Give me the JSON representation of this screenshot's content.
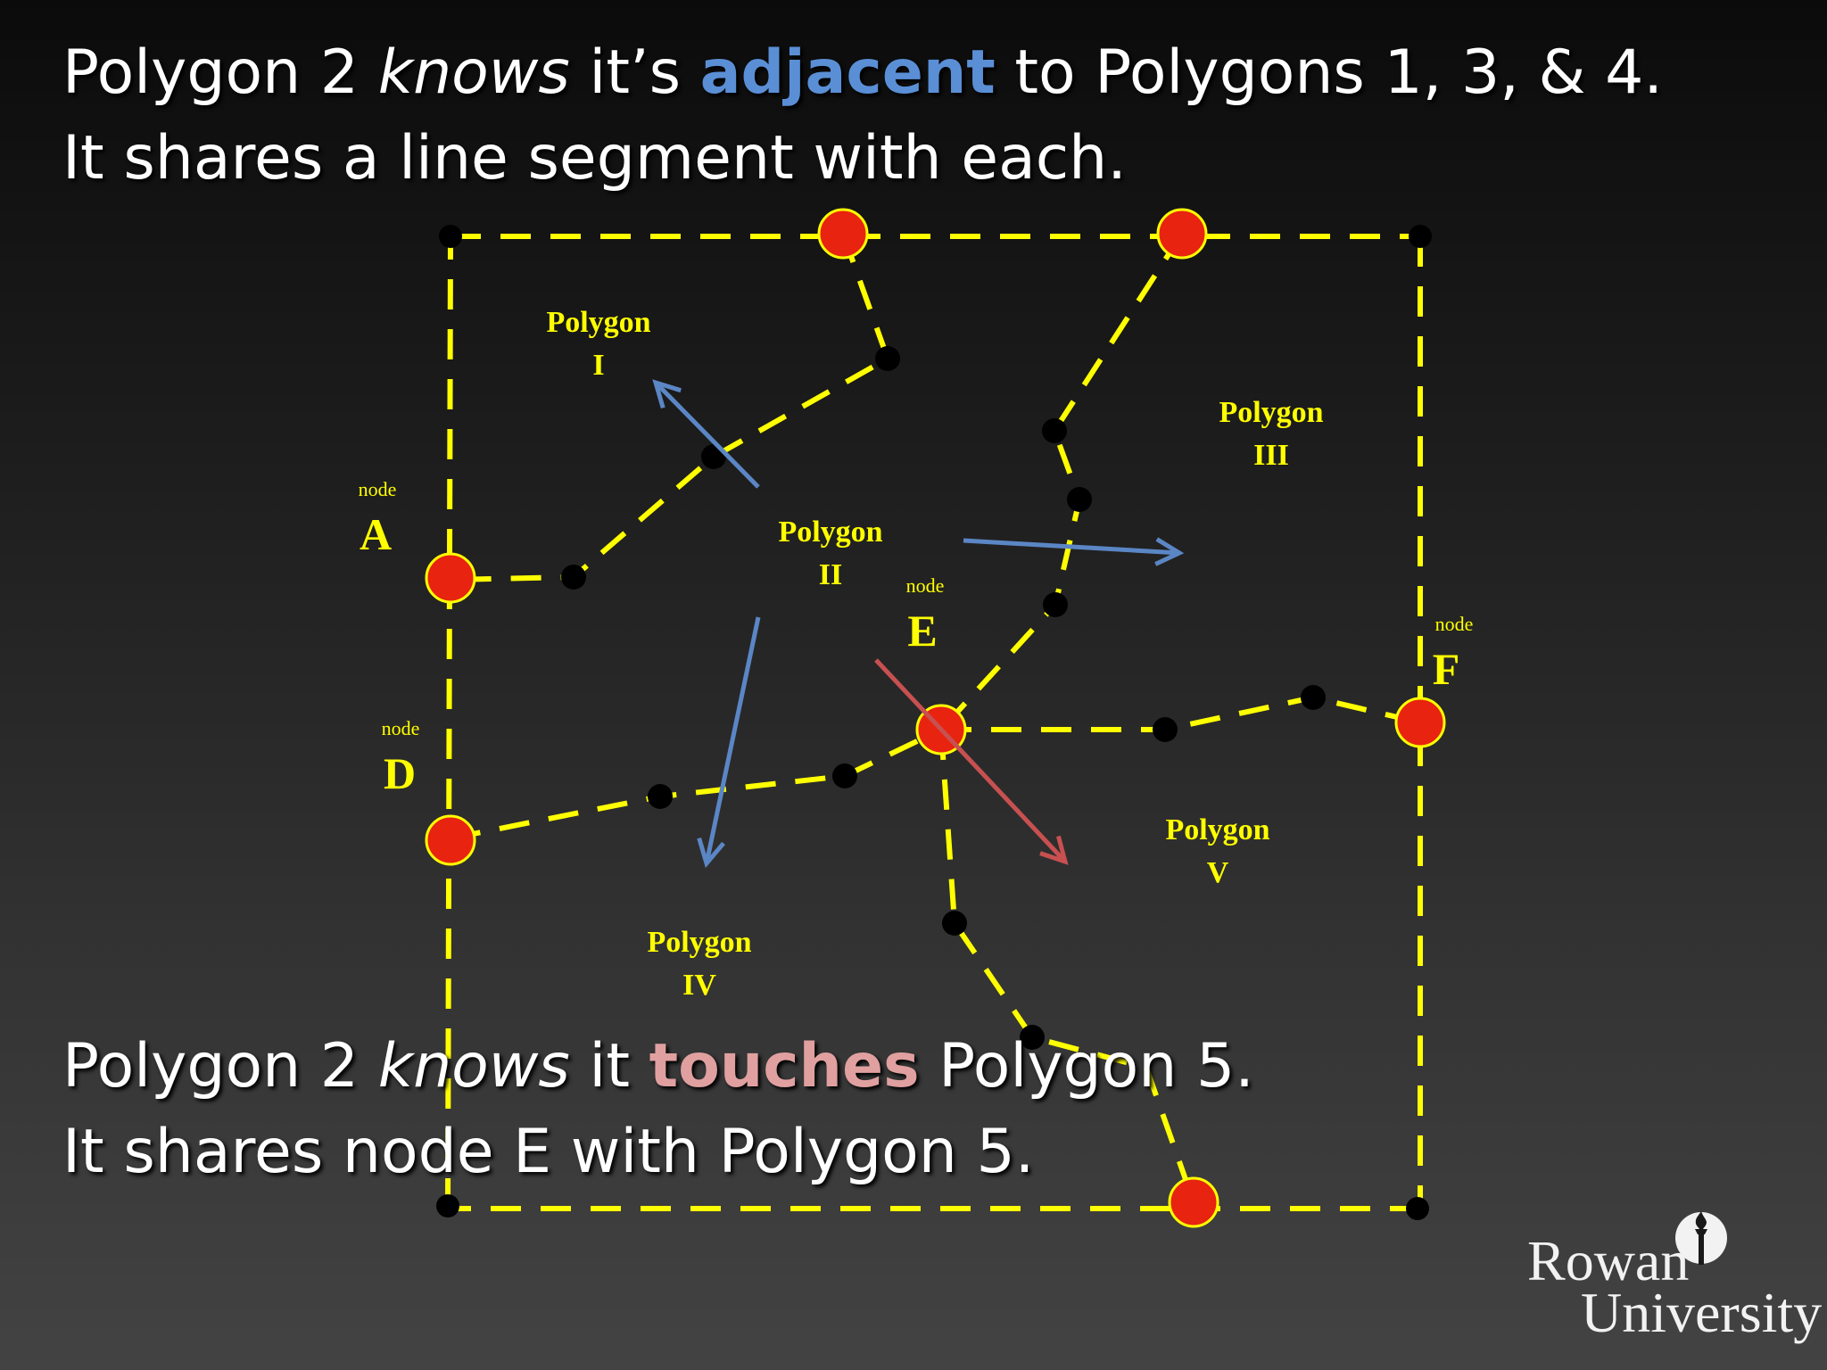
{
  "slide": {
    "top": {
      "line1_a": "Polygon 2 ",
      "line1_em": "knows",
      "line1_b": " it’s ",
      "line1_kw": "adjacent",
      "line1_c": " to Polygons 1, 3, & 4.",
      "line2": "It shares a line segment with each."
    },
    "bottom": {
      "line1_a": "Polygon 2 ",
      "line1_em": "knows",
      "line1_b": " it ",
      "line1_kw": "touches",
      "line1_c": " Polygon 5.",
      "line2": "It shares node E with Polygon 5."
    },
    "accent_adjacent": "#5a8fd6",
    "accent_touches": "#e0a0a0"
  },
  "diagram": {
    "colors": {
      "line": "#ffff00",
      "node_fill": "#e8230f",
      "vertex": "#000000",
      "label": "#ffff00",
      "arrow_adjacent": "#5b86c5",
      "arrow_touch": "#c85050"
    },
    "polygons": [
      {
        "name": "Polygon",
        "numeral": "I"
      },
      {
        "name": "Polygon",
        "numeral": "II"
      },
      {
        "name": "Polygon",
        "numeral": "III"
      },
      {
        "name": "Polygon",
        "numeral": "IV"
      },
      {
        "name": "Polygon",
        "numeral": "V"
      }
    ],
    "nodes": [
      {
        "caption": "node",
        "letter": "A"
      },
      {
        "caption": "node",
        "letter": "D"
      },
      {
        "caption": "node",
        "letter": "E"
      },
      {
        "caption": "node",
        "letter": "F"
      }
    ]
  },
  "logo": {
    "line1": "Rowan",
    "line2": "University"
  }
}
